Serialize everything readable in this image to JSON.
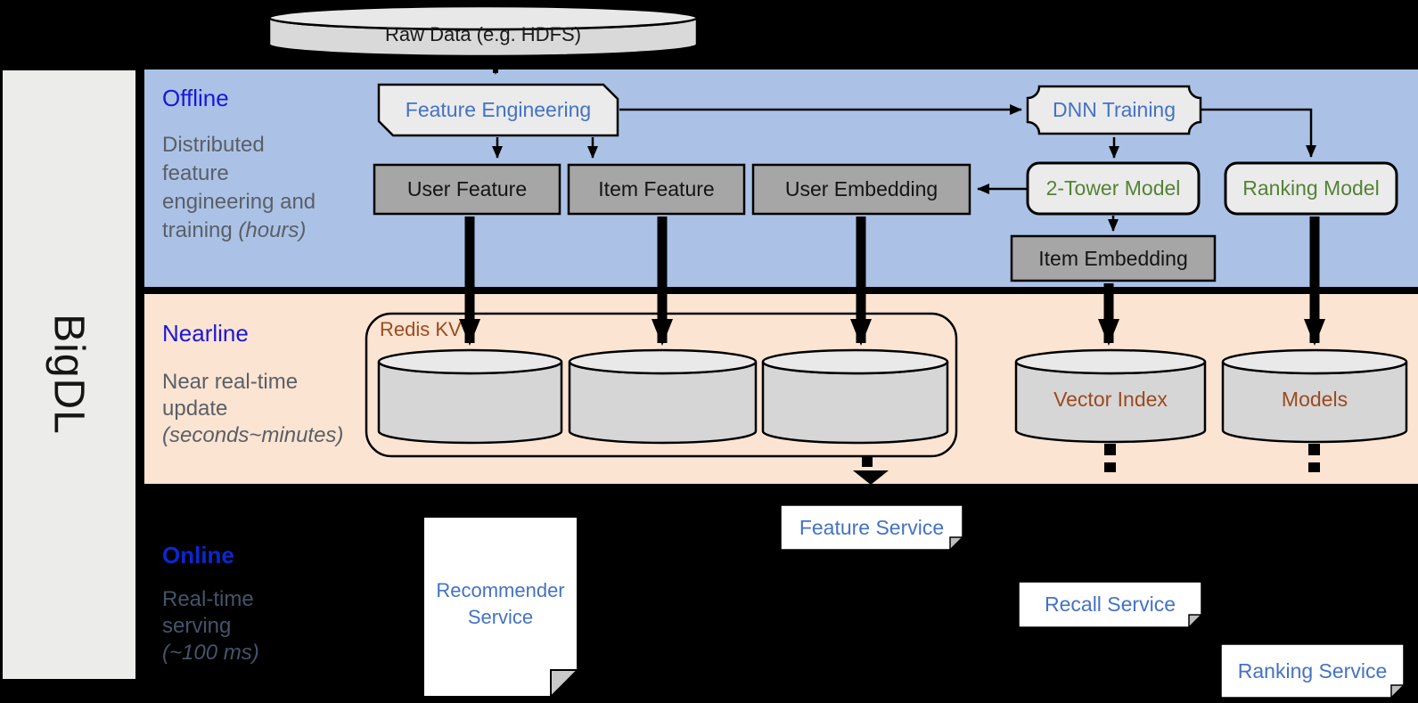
{
  "sidebar": {
    "label": "BigDL"
  },
  "source": {
    "raw_data_label": "Raw Data (e.g. HDFS)"
  },
  "bands": {
    "offline": {
      "title": "Offline",
      "desc_line1": "Distributed",
      "desc_line2": "feature",
      "desc_line3": "engineering and",
      "desc_line4": "training",
      "desc_line4_italic": "(hours)"
    },
    "nearline": {
      "title": "Nearline",
      "desc_line1": "Near real-time",
      "desc_line2": "update",
      "desc_italic": "(seconds~minutes)"
    },
    "online": {
      "title": "Online",
      "desc_line1": "Real-time",
      "desc_line2": "serving",
      "desc_italic": "(~100 ms)"
    }
  },
  "offline_nodes": {
    "feature_engineering": "Feature Engineering",
    "dnn_training": "DNN Training",
    "user_feature": "User Feature",
    "item_feature": "Item Feature",
    "user_embedding": "User Embedding",
    "two_tower_model": "2-Tower Model",
    "ranking_model": "Ranking Model",
    "item_embedding": "Item Embedding"
  },
  "nearline_nodes": {
    "redis_kv": "Redis KV",
    "vector_index": "Vector Index",
    "models": "Models"
  },
  "online_nodes": {
    "recommender_service_line1": "Recommender",
    "recommender_service_line2": "Service",
    "feature_service": "Feature Service",
    "recall_service": "Recall Service",
    "ranking_service": "Ranking Service"
  },
  "colors": {
    "background": "#000000",
    "sidebar_gray": "#ececea",
    "offline_band_blue": "#abc2e6",
    "nearline_band_peach": "#fbe4d2",
    "gray_node_fill": "#a6a6a6",
    "light_node_fill": "#ebebeb",
    "cylinder_body": "#d6d6d6",
    "cylinder_top": "#e9e9e9",
    "node_text_blue": "#4472c4",
    "node_text_green": "#548235",
    "node_text_brown": "#9c4a1e",
    "band_title_blue": "#1a17d8",
    "band_desc_gray": "#5a5f66",
    "online_desc_gray": "#44546a"
  }
}
